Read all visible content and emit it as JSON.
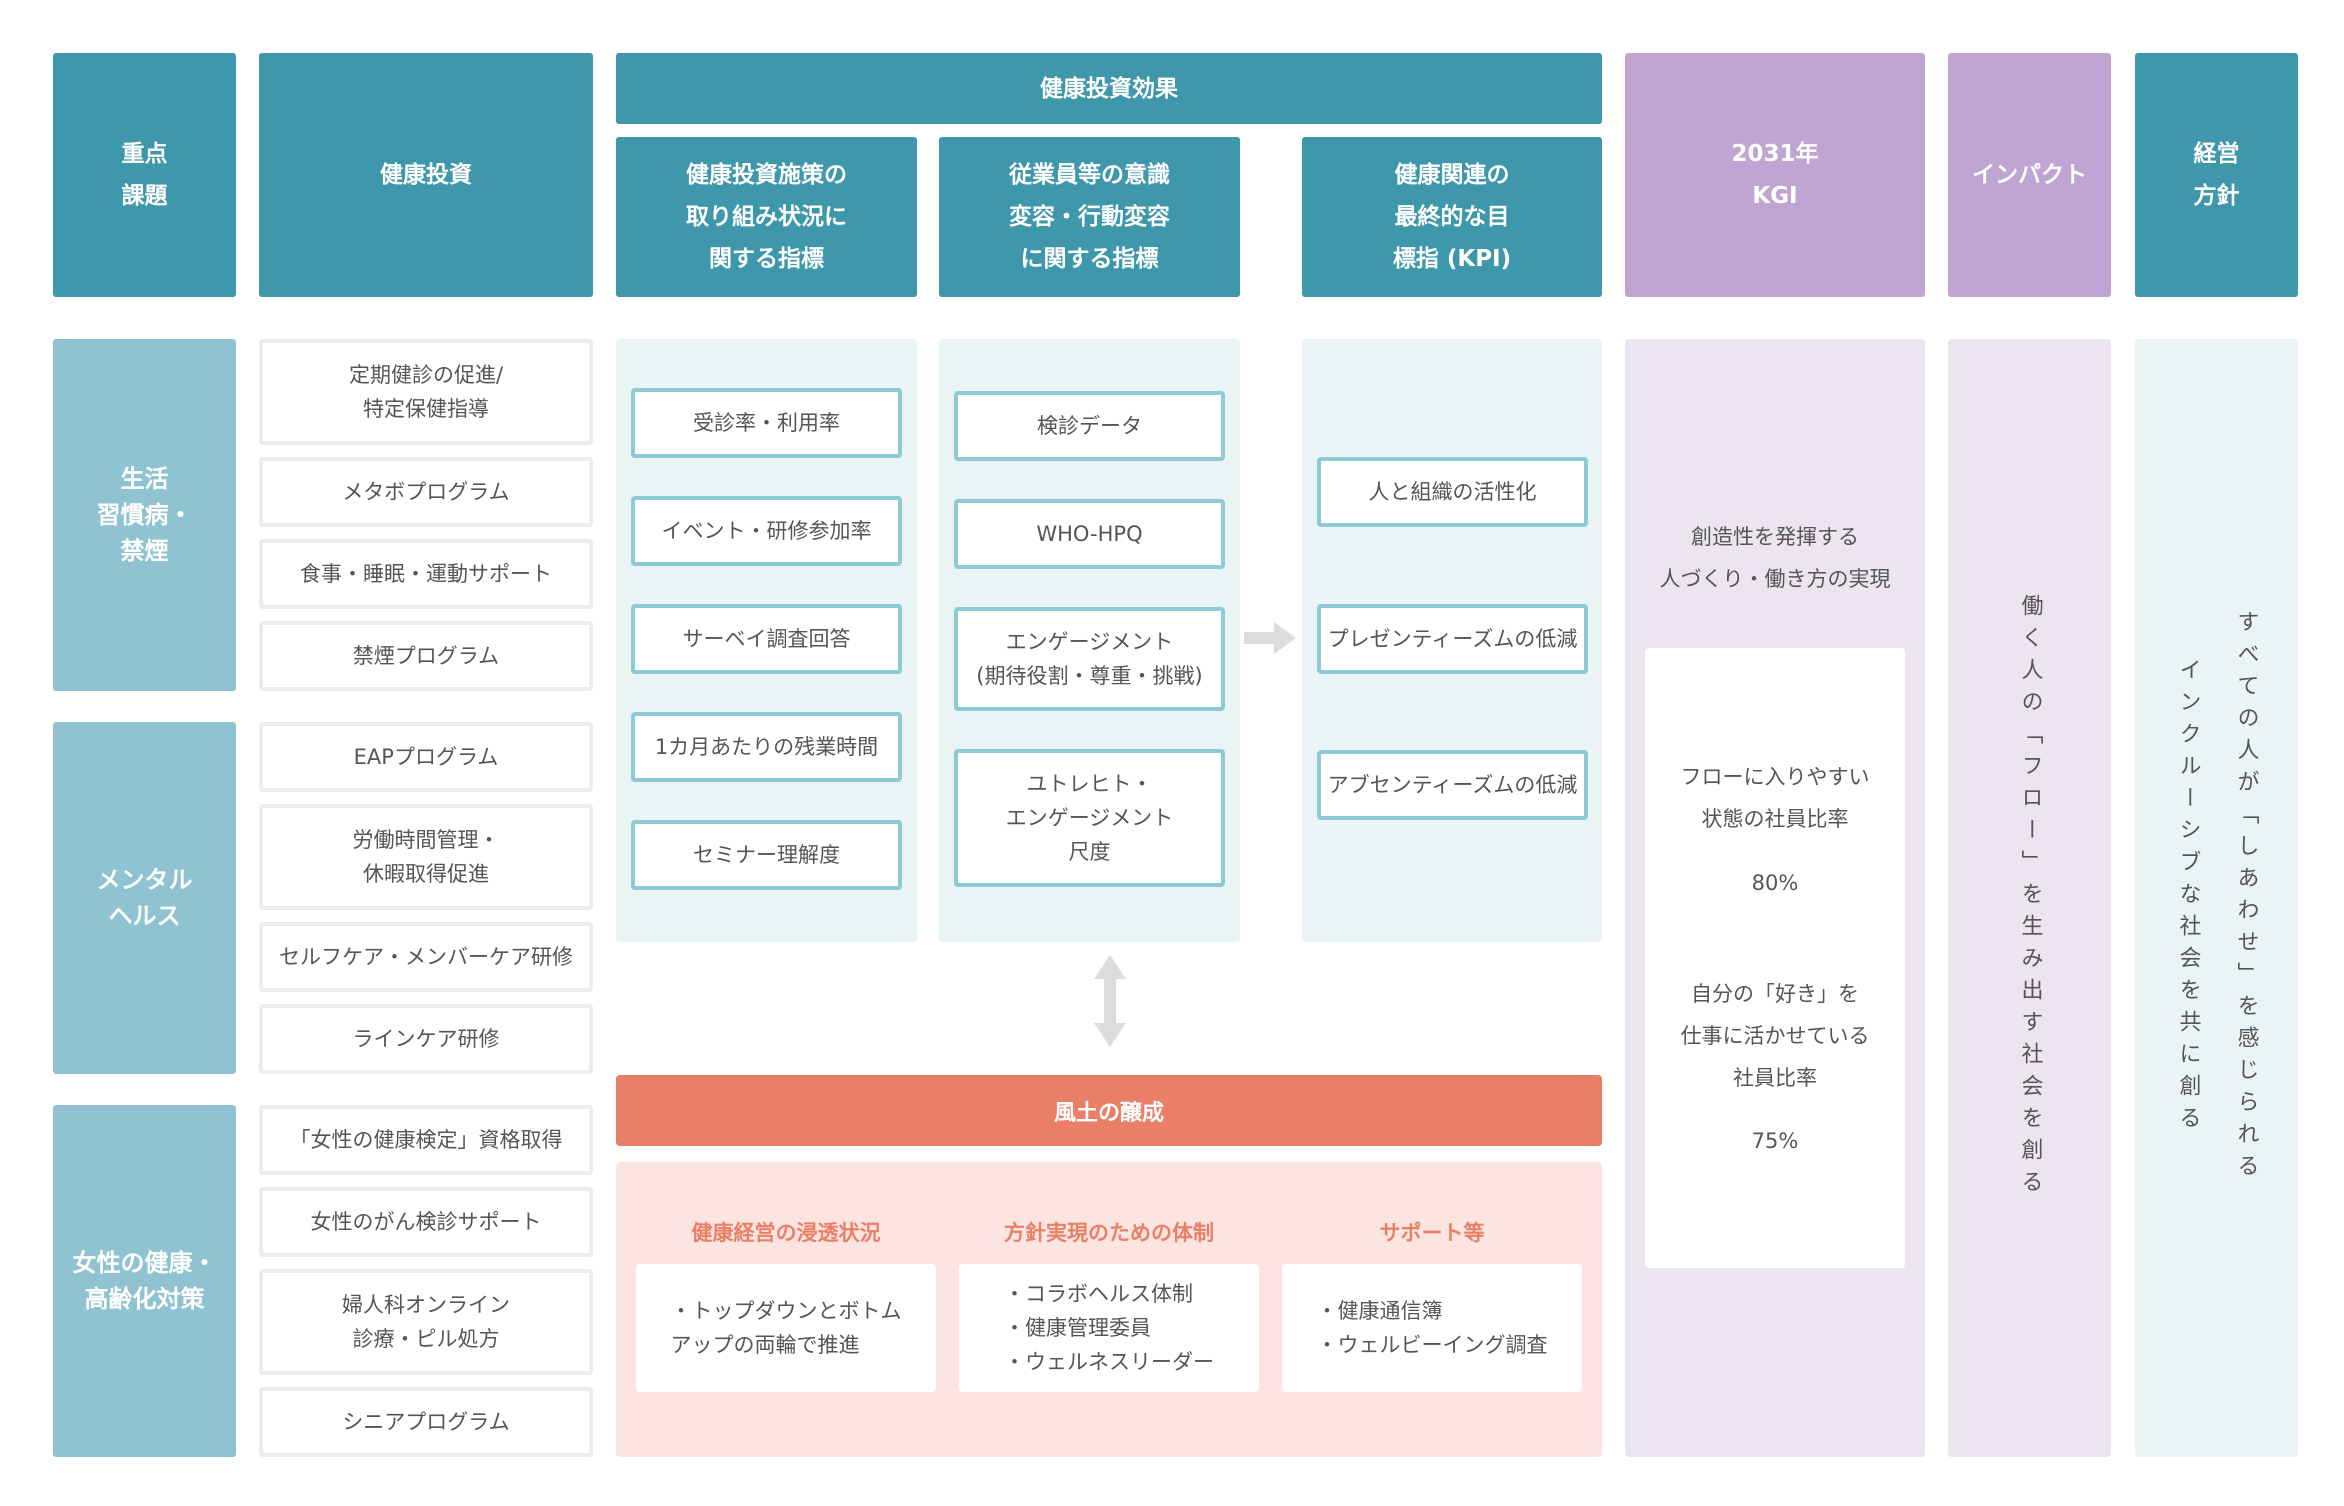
{
  "headers": {
    "focus_issues": "重点\n課題",
    "health_investment": "健康投資",
    "effect": "健康投資効果",
    "measures_index": "健康投資施策の\n取り組み状況に\n関する指標",
    "awareness_index": "従業員等の意識\n変容・行動変容\nに関する指標",
    "kpi": "健康関連の\n最終的な目\n標指 (KPI)",
    "kgi": "2031年\nKGI",
    "impact": "インパクト",
    "policy": "経営\n方針"
  },
  "categories": [
    "生活\n習慣病・\n禁煙",
    "メンタル\nヘルス",
    "女性の健康・\n高齢化対策"
  ],
  "investments": [
    "定期健診の促進/\n特定保健指導",
    "メタボプログラム",
    "食事・睡眠・運動サポート",
    "禁煙プログラム",
    "EAPプログラム",
    "労働時間管理・\n休暇取得促進",
    "セルフケア・メンバーケア研修",
    "ラインケア研修",
    "「女性の健康検定」資格取得",
    "女性のがん検診サポート",
    "婦人科オンライン\n診療・ピル処方",
    "シニアプログラム"
  ],
  "measures": [
    "受診率・利用率",
    "イベント・研修参加率",
    "サーベイ調査回答",
    "1カ月あたりの残業時間",
    "セミナー理解度"
  ],
  "awareness": [
    "検診データ",
    "WHO-HPQ",
    "エンゲージメント\n(期待役割・尊重・挑戦)",
    "ユトレヒト・\nエンゲージメント\n尺度"
  ],
  "kpis": [
    "人と組織の活性化",
    "プレゼンティーズムの低減",
    "アブセンティーズムの低減"
  ],
  "kgi": {
    "goal": "創造性を発揮する\n人づくり・働き方の実現",
    "metric1_label": "フローに入りやすい\n状態の社員比率",
    "metric1_value": "80%",
    "metric2_label": "自分の「好き」を\n仕事に活かせている\n社員比率",
    "metric2_value": "75%"
  },
  "impact_text": "働く人の「フロー」を生み出す社会を創る",
  "policy_text": "すべての人が「しあわせ」を感じられる\nインクルーシブな社会を共に創る",
  "culture": {
    "title": "風土の醸成",
    "columns": [
      {
        "heading": "健康経営の浸透状況",
        "items": [
          "トップダウンとボトム\nアップの両輪で推進"
        ]
      },
      {
        "heading": "方針実現のための体制",
        "items": [
          "コラボヘルス体制",
          "健康管理委員",
          "ウェルネスリーダー"
        ]
      },
      {
        "heading": "サポート等",
        "items": [
          "健康通信簿",
          "ウェルビーイング調査"
        ]
      }
    ]
  },
  "colors": {
    "teal": "#3e97ab",
    "light_teal": "#8fc3d1",
    "purple": "#c0a5d3",
    "coral": "#e97f67"
  }
}
